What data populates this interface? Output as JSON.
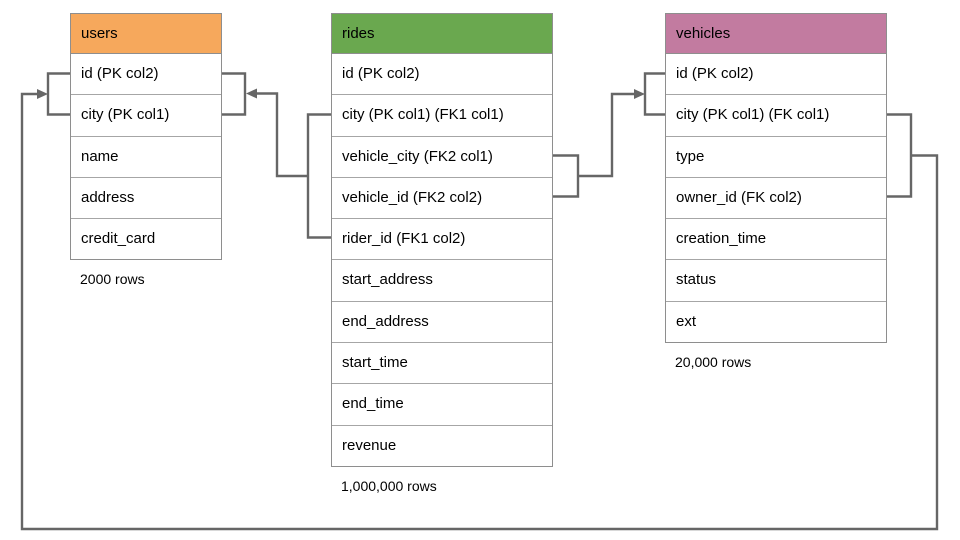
{
  "diagram": {
    "line_color": "#666666",
    "border_color": "#8e8e8e",
    "tables": [
      {
        "name": "users",
        "header_color": "#f6a85c",
        "columns": [
          "id (PK col2)",
          "city (PK col1)",
          "name",
          "address",
          "credit_card"
        ],
        "row_count": "2000 rows"
      },
      {
        "name": "rides",
        "header_color": "#6aa84f",
        "columns": [
          "id (PK col2)",
          "city (PK col1) (FK1 col1)",
          "vehicle_city (FK2 col1)",
          "vehicle_id (FK2 col2)",
          "rider_id (FK1 col2)",
          "start_address",
          "end_address",
          "start_time",
          "end_time",
          "revenue"
        ],
        "row_count": "1,000,000 rows"
      },
      {
        "name": "vehicles",
        "header_color": "#c27ba0",
        "columns": [
          "id (PK col2)",
          "city (PK col1) (FK col1)",
          "type",
          "owner_id (FK col2)",
          "creation_time",
          "status",
          "ext"
        ],
        "row_count": "20,000 rows"
      }
    ],
    "relationships": [
      {
        "name": "rides FK1",
        "from": "rides (city, rider_id)",
        "to": "users (id, city)"
      },
      {
        "name": "rides FK2",
        "from": "rides (vehicle_city, vehicle_id)",
        "to": "vehicles (id, city)"
      },
      {
        "name": "vehicles FK",
        "from": "vehicles (city, owner_id)",
        "to": "users (id, city)"
      }
    ]
  }
}
